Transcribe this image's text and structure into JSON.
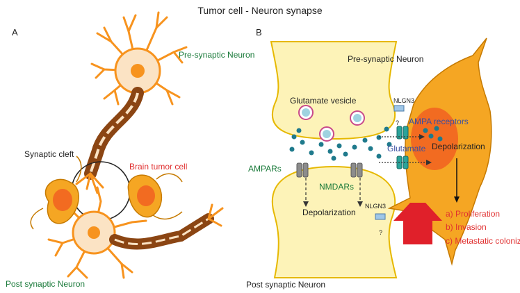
{
  "title": "Tumor cell - Neuron synapse",
  "panel_a": {
    "letter": "A",
    "pre_synaptic_neuron": "Pre-synaptic Neuron",
    "synaptic_cleft": "Synaptic cleft",
    "brain_tumor_cell": "Brain tumor cell",
    "post_synaptic_neuron": "Post synaptic Neuron"
  },
  "panel_b": {
    "letter": "B",
    "pre_synaptic_neuron": "Pre-synaptic Neuron",
    "glutamate_vesicle": "Glutamate vesicle",
    "nlgn3_top": "NLGN3",
    "question_top": "?",
    "ampa_receptors": "AMPA receptors",
    "glutamate": "Glutamate",
    "depolarization_right": "Depolarization",
    "ampars": "AMPARs",
    "nmdars": "NMDARs",
    "depolarization_left": "Depolarization",
    "nlgn3_bottom": "NLGN3",
    "question_bottom": "?",
    "outcomes": [
      "a) Proliferation",
      "b) Invasion",
      "c) Metastatic colonization"
    ],
    "post_synaptic_neuron": "Post synaptic Neuron"
  },
  "colors": {
    "neuron_orange": "#f7931e",
    "neuron_fill": "#fbe3c4",
    "nucleus": "#f7931e",
    "axon_brown": "#8b4513",
    "tumor_orange": "#f5a623",
    "tumor_nucleus": "#f26b21",
    "synapse_fill": "#fdf3b8",
    "synapse_stroke": "#e6b800",
    "receptor_grey": "#8c8c8c",
    "receptor_teal": "#2aa39a",
    "glutamate_dot": "#1f7a8c",
    "label_green": "#1a7a3a",
    "label_red": "#e03030",
    "label_blue": "#3a4fa0",
    "arrow_red": "#e0202a"
  }
}
